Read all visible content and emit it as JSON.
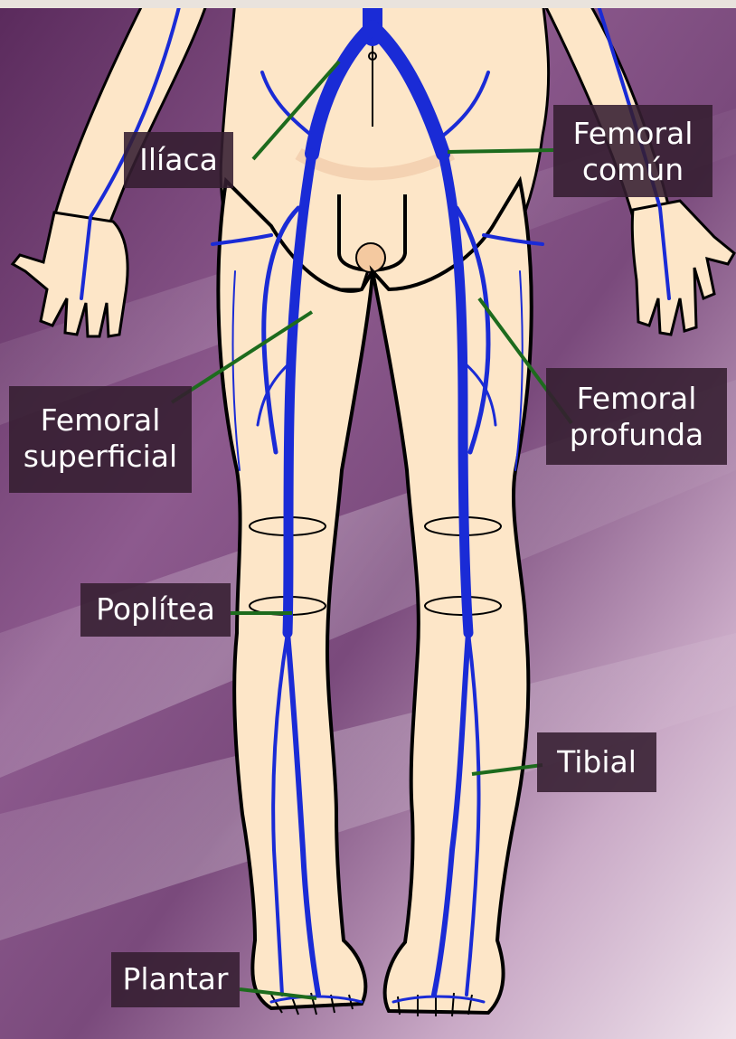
{
  "diagram": {
    "labels": {
      "iliaca": "Ilíaca",
      "femoral_comun_line1": "Femoral",
      "femoral_comun_line2": "común",
      "femoral_superficial_line1": "Femoral",
      "femoral_superficial_line2": "superficial",
      "femoral_profunda_line1": "Femoral",
      "femoral_profunda_line2": "profunda",
      "poplitea": "Poplítea",
      "tibial": "Tibial",
      "plantar": "Plantar"
    },
    "colors": {
      "background": "#6a3a6a",
      "skin": "#fde6c8",
      "vein": "#1a2bd6",
      "leader_line": "#1d6b1d",
      "label_box": "#341e30",
      "outline": "#000000"
    }
  }
}
